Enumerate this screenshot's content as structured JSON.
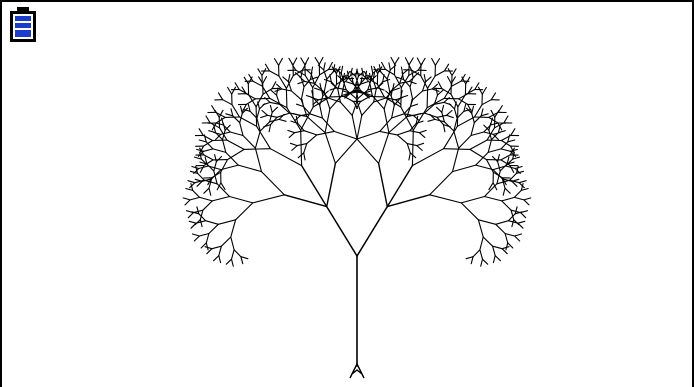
{
  "status_bar": {
    "battery_icon": "battery-icon",
    "battery_color": "#1a3ccf"
  },
  "graphics": {
    "drawing": "fractal-tree",
    "stroke_color": "#000000",
    "background_color": "#ffffff",
    "recursion_depth": 9,
    "branch_ratio": 0.74,
    "branch_angle_deg": 30
  }
}
